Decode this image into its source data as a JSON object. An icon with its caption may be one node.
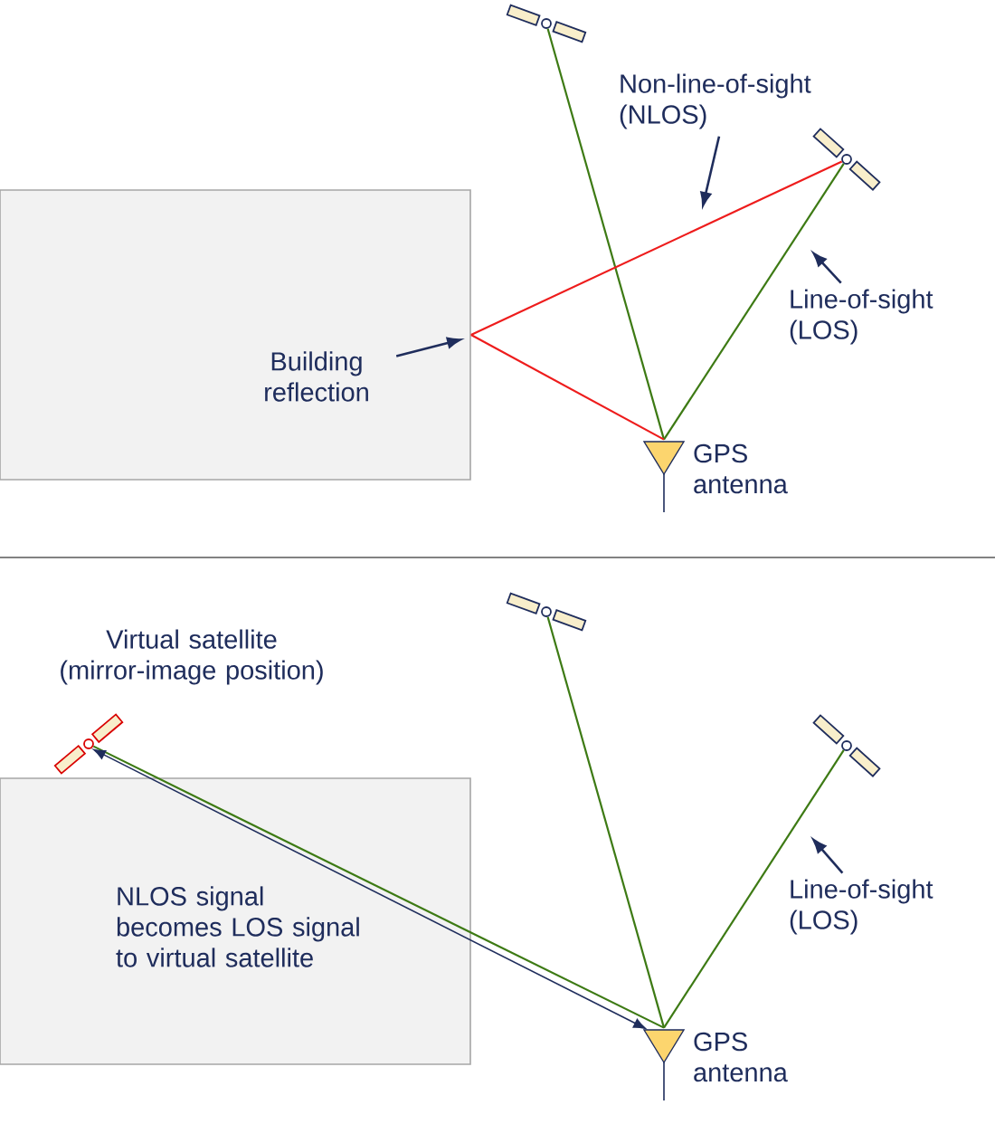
{
  "diagram": {
    "nodes": [
      {
        "text": [],
        "shape": "box"
      },
      {
        "text": [
          "Building reflection"
        ],
        "in": 0
      },
      {
        "text": [],
        "shape": "satellite"
      },
      {
        "text": [],
        "shape": "satellite"
      },
      {
        "text": [],
        "shape": "antenna",
        "beside": [
          "GPS antenna"
        ]
      },
      {
        "text": [
          "Non-line-of-sight (NLOS)"
        ]
      },
      {
        "text": [
          "Line-of-sight (LOS)"
        ]
      },
      {
        "text": [],
        "shape": "box"
      },
      {
        "text": [
          "NLOS signal becomes LOS signal to virtual satellite"
        ],
        "in": 7
      },
      {
        "text": [],
        "shape": "satellite",
        "beside": [
          "Virtual satellite (mirror-image position)"
        ]
      },
      {
        "text": [],
        "shape": "satellite"
      },
      {
        "text": [],
        "shape": "satellite"
      },
      {
        "text": [],
        "shape": "antenna",
        "beside": [
          "GPS antenna"
        ]
      },
      {
        "text": [
          "Line-of-sight (LOS)"
        ]
      }
    ],
    "edges": [
      {
        "from": 2,
        "to": 4,
        "arrow": "none"
      },
      {
        "from": 3,
        "to": 4,
        "arrow": "none"
      },
      {
        "from": 3,
        "to": 0,
        "arrow": "none",
        "color": "#ee1c1c"
      },
      {
        "from": 0,
        "to": 4,
        "arrow": "none",
        "color": "#ee1c1c"
      },
      {
        "from": 1,
        "to": null,
        "arrow": "to",
        "color": "#1f2d5c"
      },
      {
        "from": 5,
        "to": null,
        "arrow": "to",
        "color": "#1f2d5c"
      },
      {
        "from": 6,
        "to": null,
        "arrow": "to",
        "color": "#1f2d5c"
      },
      {
        "from": 10,
        "to": 12,
        "arrow": "none"
      },
      {
        "from": 11,
        "to": 12,
        "arrow": "none"
      },
      {
        "from": 9,
        "to": 12,
        "arrow": "none"
      },
      {
        "from": 12,
        "to": 9,
        "arrow": "both",
        "color": "#1f2d5c"
      },
      {
        "from": 13,
        "to": null,
        "arrow": "to",
        "color": "#1f2d5c"
      }
    ]
  }
}
